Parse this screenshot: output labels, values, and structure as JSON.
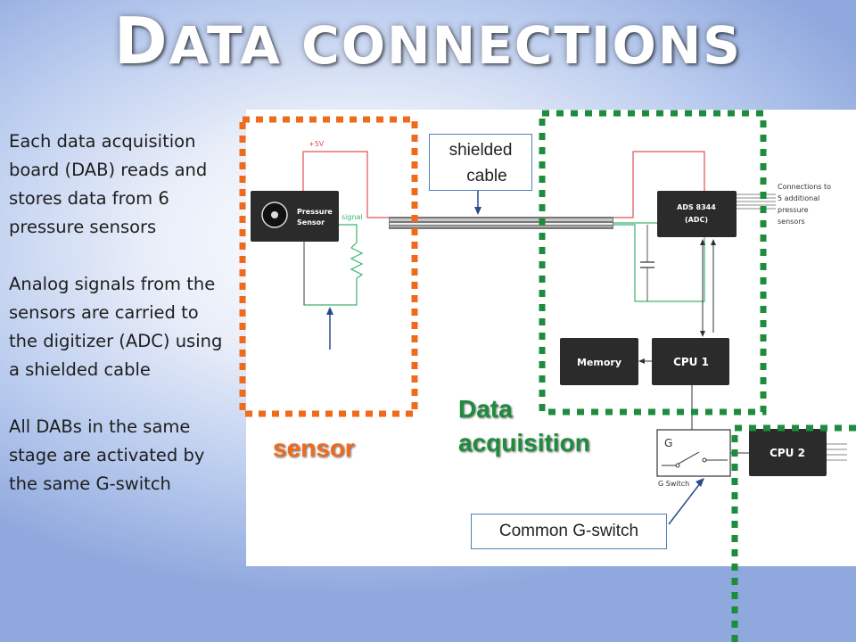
{
  "slide": {
    "title_first_letter": "D",
    "title_rest": "ATA CONNECTIONS",
    "paragraphs": [
      "Each data acquisition board (DAB) reads and stores data from 6 pressure sensors",
      "Analog signals from the sensors are carried to the digitizer (ADC) using a shielded cable",
      "All DABs in the same stage are activated by the same G-switch"
    ]
  },
  "diagram": {
    "supply_label": "+5V",
    "sensor_label_line1": "Pressure",
    "sensor_label_line2": "Sensor",
    "signal_label": "signal",
    "adc_line1": "ADS 8344",
    "adc_line2": "(ADC)",
    "connections_line1": "Connections to",
    "connections_line2": "5 additional",
    "connections_line3": "pressure",
    "connections_line4": "sensors",
    "memory_label": "Memory",
    "cpu1_label": "CPU 1",
    "cpu2_label": "CPU 2",
    "g_label": "G",
    "g_switch_caption": "G Switch"
  },
  "callouts": {
    "shielded_line1": "shielded",
    "shielded_line2": "cable",
    "common_g_switch": "Common G-switch"
  },
  "region_labels": {
    "sensor": "sensor",
    "daq_line1": "Data",
    "daq_line2": "acquisition"
  },
  "colors": {
    "sensor_region": "#f06a1c",
    "daq_region": "#1e8c3c",
    "supply_wire": "#e05050",
    "signal_wire": "#3cb371",
    "block_fill": "#2b2b2b"
  }
}
